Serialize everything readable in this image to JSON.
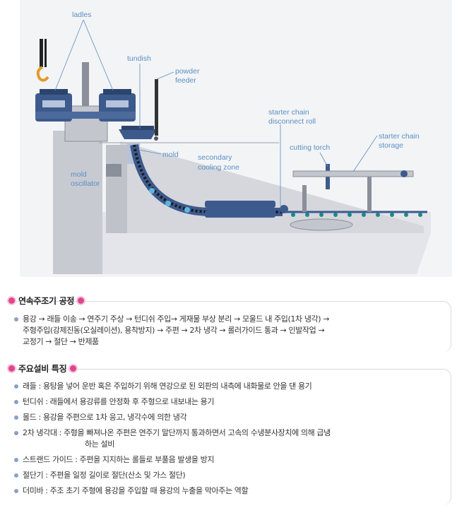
{
  "diagram": {
    "labels": {
      "ladles": "ladles",
      "tundish": "tundish",
      "powder_feeder_1": "powder",
      "powder_feeder_2": "feeder",
      "mold": "mold",
      "mold_oscillator_1": "mold",
      "mold_oscillator_2": "oscillator",
      "secondary_cooling_1": "secondary",
      "secondary_cooling_2": "cooling zone",
      "starter_disconnect_1": "starter chain",
      "starter_disconnect_2": "disconnect roll",
      "cutting_torch": "cutting torch",
      "starter_storage_1": "starter chain",
      "starter_storage_2": "storage"
    },
    "colors": {
      "accent": "#5b8fc4",
      "machine": "#3d5a8c",
      "bullet": "#e0468c"
    }
  },
  "process": {
    "title": "연속주조기 공정",
    "lines": [
      "용강 → 래들 이송 → 연주기 주상 → 턴디쉬 주입→ 게재물 부상 분리 → 모울드 내 주입(1차 냉각) →",
      "주형주입(강제진동(오실레이션), 용착방지) → 주편 → 2차 냉각 → 롤러가이드 통과 → 인발작업 →",
      "교정기 → 절단 → 반제품"
    ]
  },
  "equipment": {
    "title": "주요설비 특징",
    "items": [
      {
        "text": "래들 : 용탕을 넣어 운반 혹은 주입하기 위해 연강으로 된 외판의 내측에 내화물로 안을 댄 용기"
      },
      {
        "text": "턴디쉬 : 래들에서 용강류를 안정화 후 주형으로 내보내는 용기"
      },
      {
        "text": "몰드 : 용강을 주편으로 1차 응고, 냉각수에 의한 냉각"
      },
      {
        "text": "2차 냉각대 : 주형을 빠져나온 주편은 연주기 말단까지 통과하면서 고속의 수냉분사장치에 의해 급냉",
        "cont": "하는 설비"
      },
      {
        "text": "스트랜드 가이드 : 주편을 지지하는 롤들로 부풀음 발생을 방지"
      },
      {
        "text": "절단기 : 주편을 일정 길이로 절단(산소 및 가스 절단)"
      },
      {
        "text": "더미바 : 주조 초기 주형에 용강을 주입할 때 용강의 누출을 막아주는 역할"
      }
    ]
  }
}
